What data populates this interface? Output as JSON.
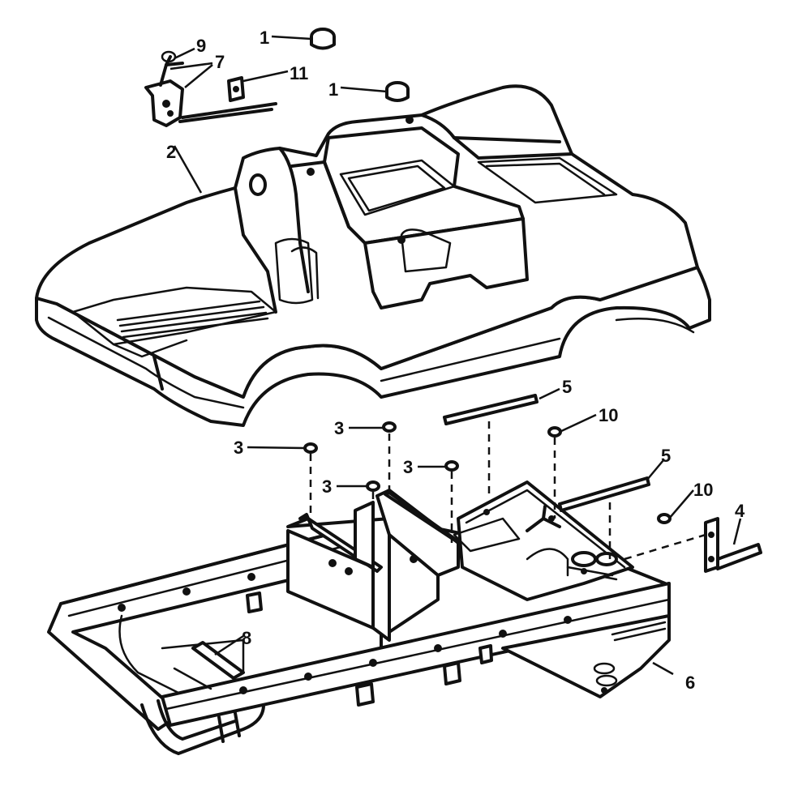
{
  "callouts": {
    "c1a": "1",
    "c1b": "1",
    "c2": "2",
    "c3a": "3",
    "c3b": "3",
    "c3c": "3",
    "c3d": "3",
    "c4": "4",
    "c5a": "5",
    "c5b": "5",
    "c6": "6",
    "c7": "7",
    "c8": "8",
    "c9": "9",
    "c10a": "10",
    "c10b": "10",
    "c11": "11"
  },
  "colors": {
    "line": "#111111",
    "background": "#ffffff"
  }
}
